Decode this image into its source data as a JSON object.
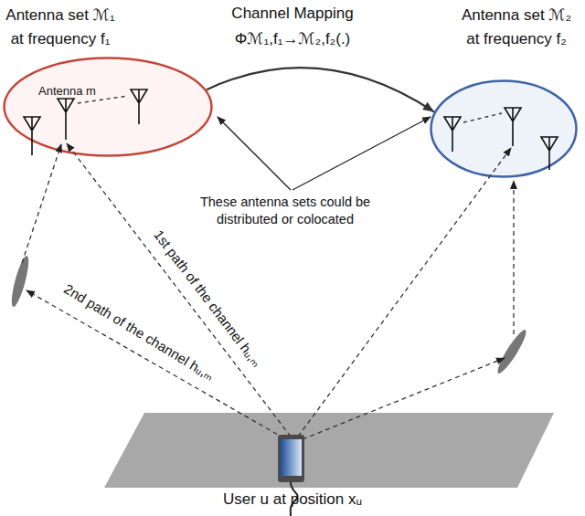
{
  "diagram": {
    "nodes": [
      {
        "text": [
          "Antenna set ℳ₁ at frequency f₁",
          "Antenna m"
        ]
      },
      {
        "text": [
          "Antenna set ℳ₂ at frequency f₂"
        ]
      }
    ],
    "edges": [
      {
        "from": 0,
        "to": 1,
        "arrow": "to",
        "label": "Channel Mapping"
      }
    ],
    "labels": [
      "Φℳ₁,f₁→ℳ₂,f₂(.)",
      "These antenna sets could be distributed or colocated",
      "1st path of the channel hᵤ,ₘ",
      "2nd path of the channel hᵤ,ₘ",
      "User u at position xᵤ"
    ]
  }
}
